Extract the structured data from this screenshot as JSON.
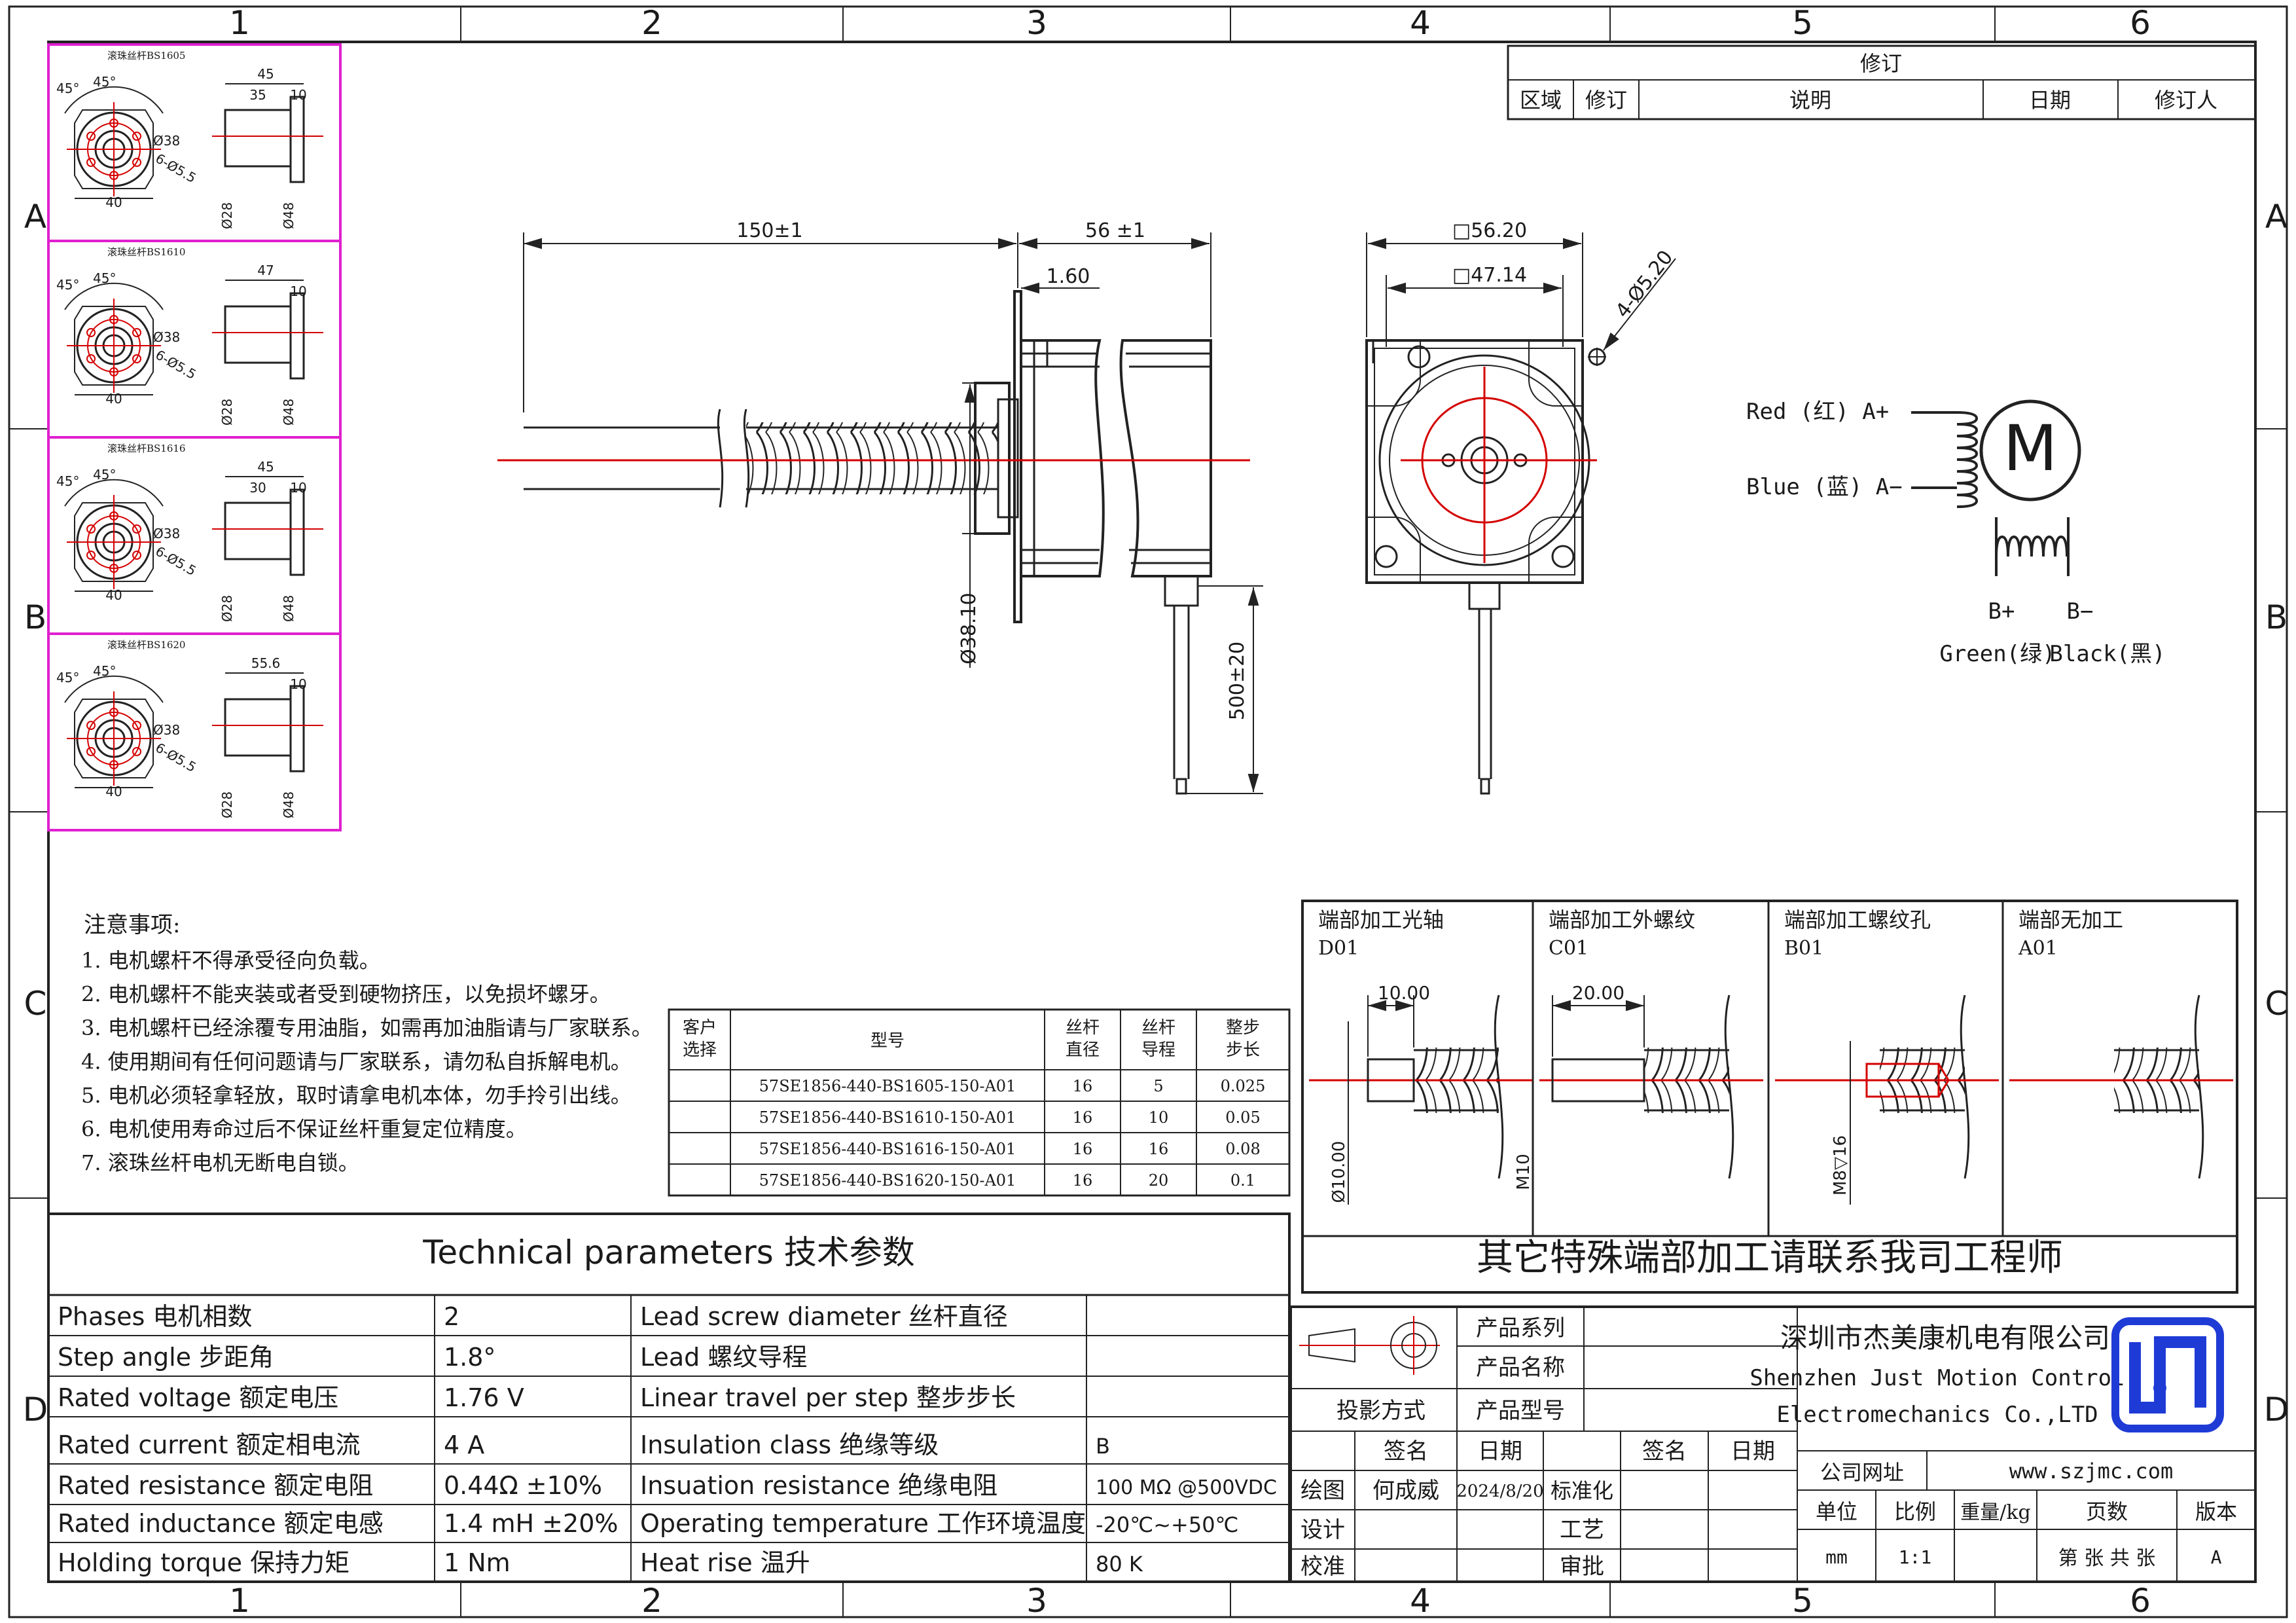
{
  "frame": {
    "columns": [
      "1",
      "2",
      "3",
      "4",
      "5",
      "6"
    ],
    "rows": [
      "A",
      "B",
      "C",
      "D"
    ]
  },
  "revision": {
    "title": "修订",
    "headers": [
      "区域",
      "修订",
      "说明",
      "日期",
      "修订人"
    ]
  },
  "dims": {
    "length_150": "150±1",
    "length_56": "56 ±1",
    "flange_1_60": "1.60",
    "dia_38_10": "Ø38.10",
    "lead_500": "500±20",
    "sq_56_20": "□56.20",
    "sq_47_14": "□47.14",
    "holes_4": "4-Ø5.20"
  },
  "nut_panels": [
    {
      "title": "滚珠丝杆BS1605",
      "w_total": "45",
      "w_a": "35",
      "w_b": "10",
      "d38": "Ø38",
      "holes": "6-Ø5.5",
      "pcd": "40",
      "d28": "Ø28",
      "d48": "Ø48",
      "ang1": "45°",
      "ang2": "45°"
    },
    {
      "title": "滚珠丝杆BS1610",
      "w_total": "47",
      "w_a": "",
      "w_b": "10",
      "d38": "Ø38",
      "holes": "6-Ø5.5",
      "pcd": "40",
      "d28": "Ø28",
      "d48": "Ø48",
      "ang1": "45°",
      "ang2": "45°"
    },
    {
      "title": "滚珠丝杆BS1616",
      "w_total": "45",
      "w_a": "30",
      "w_b": "10",
      "d38": "Ø38",
      "holes": "6-Ø5.5",
      "pcd": "40",
      "d28": "Ø28",
      "d48": "Ø48",
      "ang1": "45°",
      "ang2": "45°"
    },
    {
      "title": "滚珠丝杆BS1620",
      "w_total": "55.6",
      "w_a": "",
      "w_b": "10",
      "d38": "Ø38",
      "holes": "6-Ø5.5",
      "pcd": "40",
      "d28": "Ø28",
      "d48": "Ø48",
      "ang1": "45°",
      "ang2": "45°"
    }
  ],
  "wiring": {
    "red": "Red (红) A+",
    "blue": "Blue (蓝) A−",
    "motor": "M",
    "bplus": "B+",
    "bminus": "B−",
    "green": "Green(绿)",
    "black": "Black(黑)"
  },
  "notes": {
    "title": "注意事项:",
    "items": [
      "1. 电机螺杆不得承受径向负载。",
      "2. 电机螺杆不能夹装或者受到硬物挤压，以免损坏螺牙。",
      "3. 电机螺杆已经涂覆专用油脂，如需再加油脂请与厂家联系。",
      "4. 使用期间有任何问题请与厂家联系，请勿私自拆解电机。",
      "5. 电机必须轻拿轻放，取时请拿电机本体，勿手拎引出线。",
      "6. 电机使用寿命过后不保证丝杆重复定位精度。",
      "7. 滚珠丝杆电机无断电自锁。"
    ]
  },
  "model_table": {
    "headers": [
      "客户\n选择",
      "型号",
      "丝杆\n直径",
      "丝杆\n导程",
      "整步\n步长"
    ],
    "rows": [
      [
        "",
        "57SE1856-440-BS1605-150-A01",
        "16",
        "5",
        "0.025"
      ],
      [
        "",
        "57SE1856-440-BS1610-150-A01",
        "16",
        "10",
        "0.05"
      ],
      [
        "",
        "57SE1856-440-BS1616-150-A01",
        "16",
        "16",
        "0.08"
      ],
      [
        "",
        "57SE1856-440-BS1620-150-A01",
        "16",
        "20",
        "0.1"
      ]
    ]
  },
  "end_panels": [
    {
      "title": "端部加工光轴",
      "code": "D01",
      "dim_top": "10.00",
      "dim_side": "Ø10.00"
    },
    {
      "title": "端部加工外螺纹",
      "code": "C01",
      "dim_top": "20.00",
      "dim_side": "M10"
    },
    {
      "title": "端部加工螺纹孔",
      "code": "B01",
      "dim_top": "",
      "dim_side": "M8▽16"
    },
    {
      "title": "端部无加工",
      "code": "A01",
      "dim_top": "",
      "dim_side": ""
    }
  ],
  "end_footer": "其它特殊端部加工请联系我司工程师",
  "tech": {
    "title": "Technical parameters 技术参数",
    "rows": [
      [
        "Phases 电机相数",
        "2",
        "Lead screw diameter 丝杆直径",
        ""
      ],
      [
        "Step angle 步距角",
        "1.8°",
        "Lead 螺纹导程",
        ""
      ],
      [
        "Rated voltage 额定电压",
        "1.76 V",
        "Linear travel per step 整步步长",
        ""
      ],
      [
        "Rated current 额定相电流",
        "4 A",
        "Insulation class 绝缘等级",
        "B"
      ],
      [
        "Rated resistance 额定电阻",
        "0.44Ω  ±10%",
        "Insuation resistance 绝缘电阻",
        "100 MΩ @500VDC"
      ],
      [
        "Rated inductance 额定电感",
        "1.4 mH ±20%",
        "Operating temperature 工作环境温度",
        "-20℃~+50℃"
      ],
      [
        "Holding torque 保持力矩",
        "1 Nm",
        "Heat rise 温升",
        "80 K"
      ]
    ]
  },
  "title_block": {
    "proj": "投影方式",
    "series": "产品系列",
    "name": "产品名称",
    "model": "产品型号",
    "sign": "签名",
    "date": "日期",
    "sign2": "签名",
    "date2": "日期",
    "draw": "绘图",
    "drawer": "何成威",
    "draw_date": "2024/8/20",
    "design": "设计",
    "check": "校准",
    "standard": "标准化",
    "craft": "工艺",
    "approve": "审批",
    "company_cn": "深圳市杰美康机电有限公司",
    "company_en1": "Shenzhen Just Motion Control",
    "company_en2": "Electromechanics Co.,LTD",
    "website_label": "公司网址",
    "website": "www.szjmc.com",
    "unit_label": "单位",
    "scale_label": "比例",
    "weight_label": "重量/kg",
    "pages_label": "页数",
    "version_label": "版本",
    "unit": "mm",
    "scale": "1:1",
    "pages": "第 张 共 张",
    "version": "A"
  },
  "colors": {
    "accent": "#d40000",
    "panel_border": "#e020d0",
    "logo": "#1f3bd6"
  }
}
